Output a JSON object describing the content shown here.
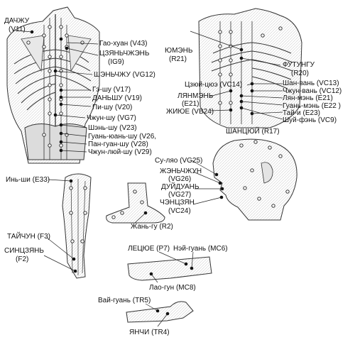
{
  "labels": {
    "dachzhu": "ДАЧЖУ",
    "dachzhu_code": "(V11)",
    "gaohuan": "Гао-хуан (V43)",
    "tszyan": "ЦЗЯНЬЧЖЭНЬ",
    "tszyan_code": "(IG9)",
    "shenchzhu": "ШЭНЬЧЖУ (VG12)",
    "geshu": "Гэ-шу (V17)",
    "danshu": "ДАНЬШУ (V19)",
    "pishu": "Пи-шу (V20)",
    "chzhenshu": "Чжун-шу (VG7)",
    "shenshu": "Шэнь-шу (V23)",
    "guanyuanshu": "Гуань-юань-шу (V26,",
    "panguanshu": "Пан-гуан-шу (V28)",
    "chzhunlyushu": "Чжун-люй-шу (V29)",
    "yumen": "ЮМЭНЬ",
    "yumen_code": "(R21)",
    "futungu": "ФУТУНГУ",
    "futungu_code": "(R20)",
    "tszyuyuy": "Цзюй-цюэ (VC14)",
    "shanvan": "Шан-вань (VC13)",
    "chzhunvan": "Чжун-вань (VC12)",
    "lyanmen": "ЛЯНМЭНЬ",
    "lyanmen_code": "(E21)",
    "lyanmen2": "Лян-мэнь (E21)",
    "guanmen": "Гуань-мэнь (E22 )",
    "zhiyue": "ЖИЮЕ (VB24)",
    "taiy": "Тай-и (E23)",
    "shuyfen": "Шуй-фэнь (VC9)",
    "shantsyuy": "ШАНЦЮЙ (R17)",
    "inshi": "Инь-ши (E33)",
    "suliao": "Су-ляо (VG25)",
    "zhenchzhun": "ЖЭНЬЧЖУН",
    "zhenchzhun_code": "(VG26)",
    "duiduan": "ДУЙДУАНЬ",
    "duiduan_code": "(VG27)",
    "chentszyan": "ЧЭНЦЗЯН",
    "chentszyan_code": "(VC24)",
    "zhangu": "Жань-гу (R2)",
    "taychun": "ТАЙЧУН (F3)",
    "sintszyan": "СИНЦЗЯНЬ",
    "sintszyan_code": "(F2)",
    "letsyue": "ЛЕЦЮЕ (P7)",
    "neiguan": "Нэй-гуань (MC6)",
    "laogun": "Лао-гун (MC8)",
    "vayguan": "Вай-гуань (TR5)",
    "yanchi": "ЯНЧИ (TR4)"
  }
}
